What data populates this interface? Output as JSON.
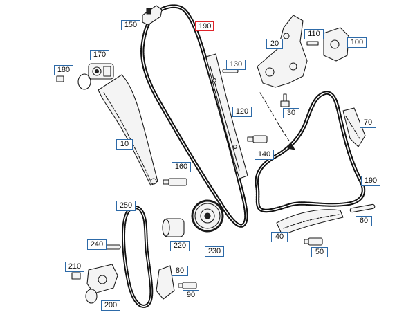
{
  "diagram": {
    "colors": {
      "callout_border": "#2d6aa8",
      "callout_selected_border": "#e0242a",
      "line_art": "#1a1a1a"
    },
    "callouts": {
      "c10": "10",
      "c20": "20",
      "c30": "30",
      "c40": "40",
      "c50": "50",
      "c60": "60",
      "c70": "70",
      "c80": "80",
      "c90": "90",
      "c100": "100",
      "c110": "110",
      "c120": "120",
      "c130": "130",
      "c140": "140",
      "c150": "150",
      "c160": "160",
      "c170": "170",
      "c180": "180",
      "c190_top": "190",
      "c190_right": "190",
      "c200": "200",
      "c210": "210",
      "c220": "220",
      "c230": "230",
      "c240": "240",
      "c250": "250"
    },
    "selected_callout": "190"
  }
}
